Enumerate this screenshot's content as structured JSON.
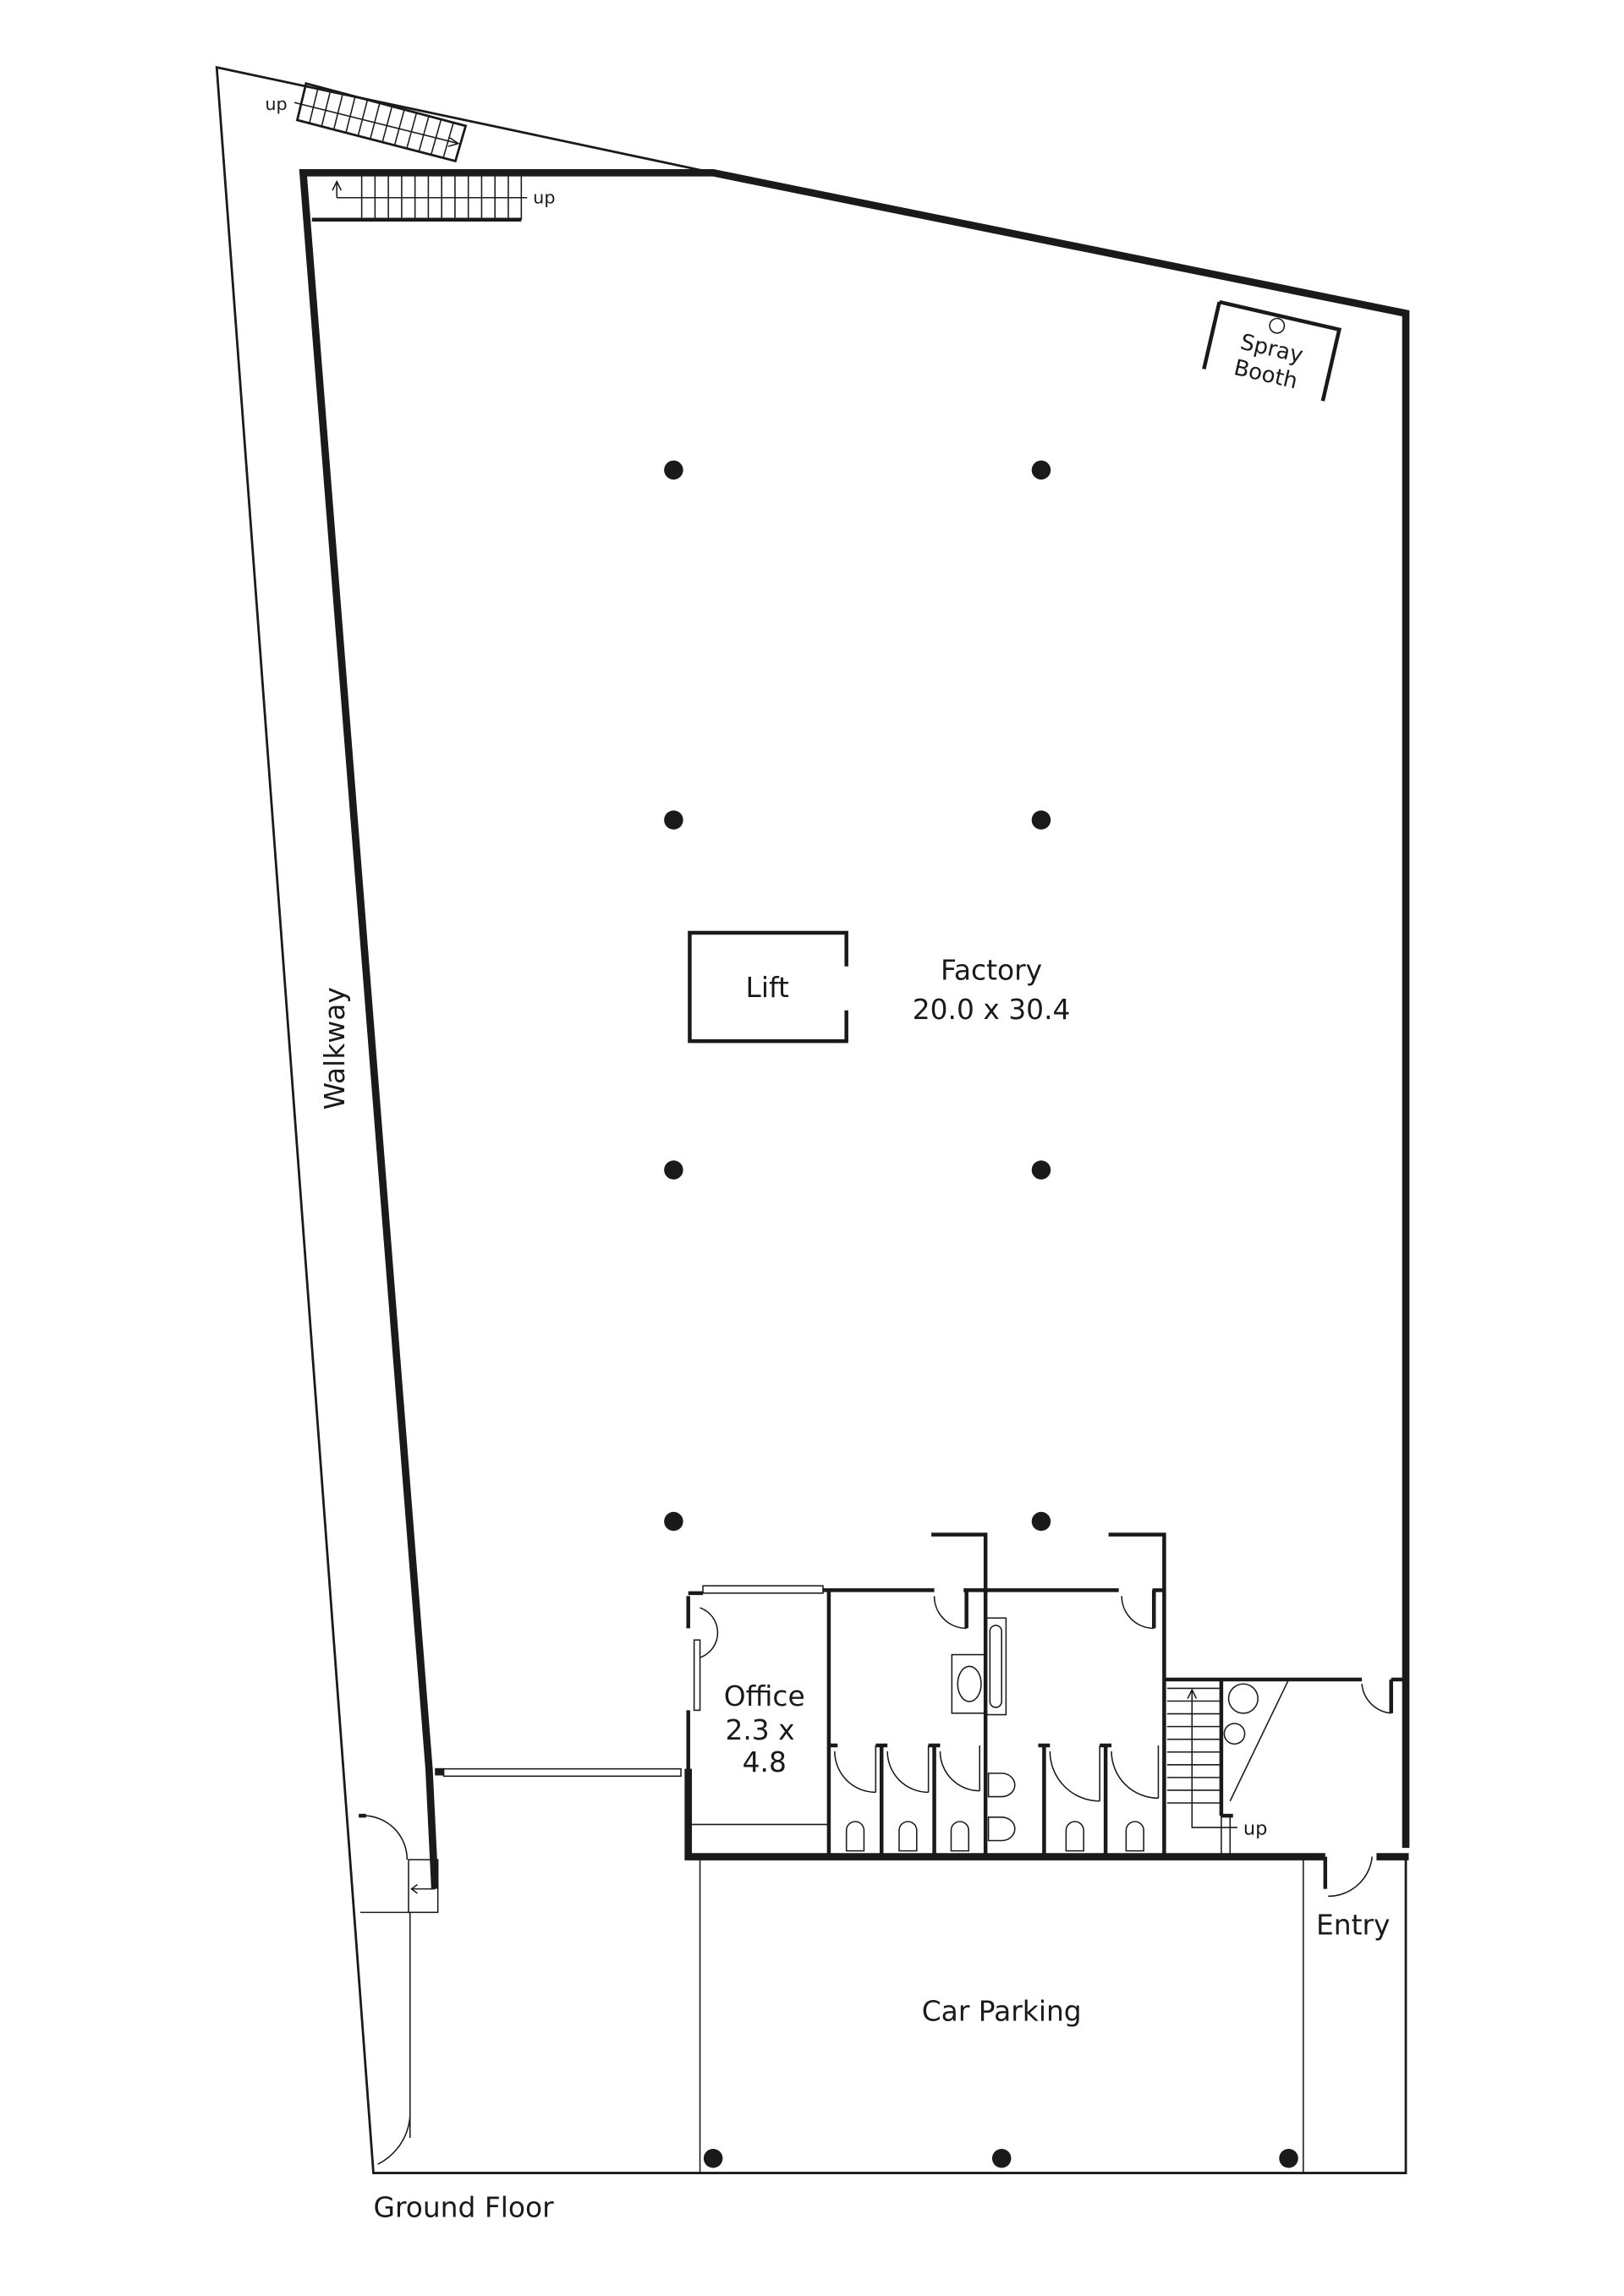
{
  "plan": {
    "floor_label": "Ground Floor",
    "rooms": {
      "factory": {
        "name": "Factory",
        "size": "20.0 x 30.4"
      },
      "office": {
        "name": "Office",
        "size_line1": "2.3 x",
        "size_line2": "4.8"
      },
      "lift": {
        "name": "Lift"
      },
      "spray_booth": {
        "line1": "Spray",
        "line2": "Booth"
      },
      "walkway": {
        "name": "Walkway"
      },
      "car_parking": {
        "name": "Car Parking"
      },
      "entry": {
        "name": "Entry"
      }
    },
    "stairs": {
      "outer_up": "up",
      "inner_up": "up",
      "rear_up": "up"
    },
    "colors": {
      "line": "#1a1a1a",
      "background": "#ffffff"
    }
  }
}
